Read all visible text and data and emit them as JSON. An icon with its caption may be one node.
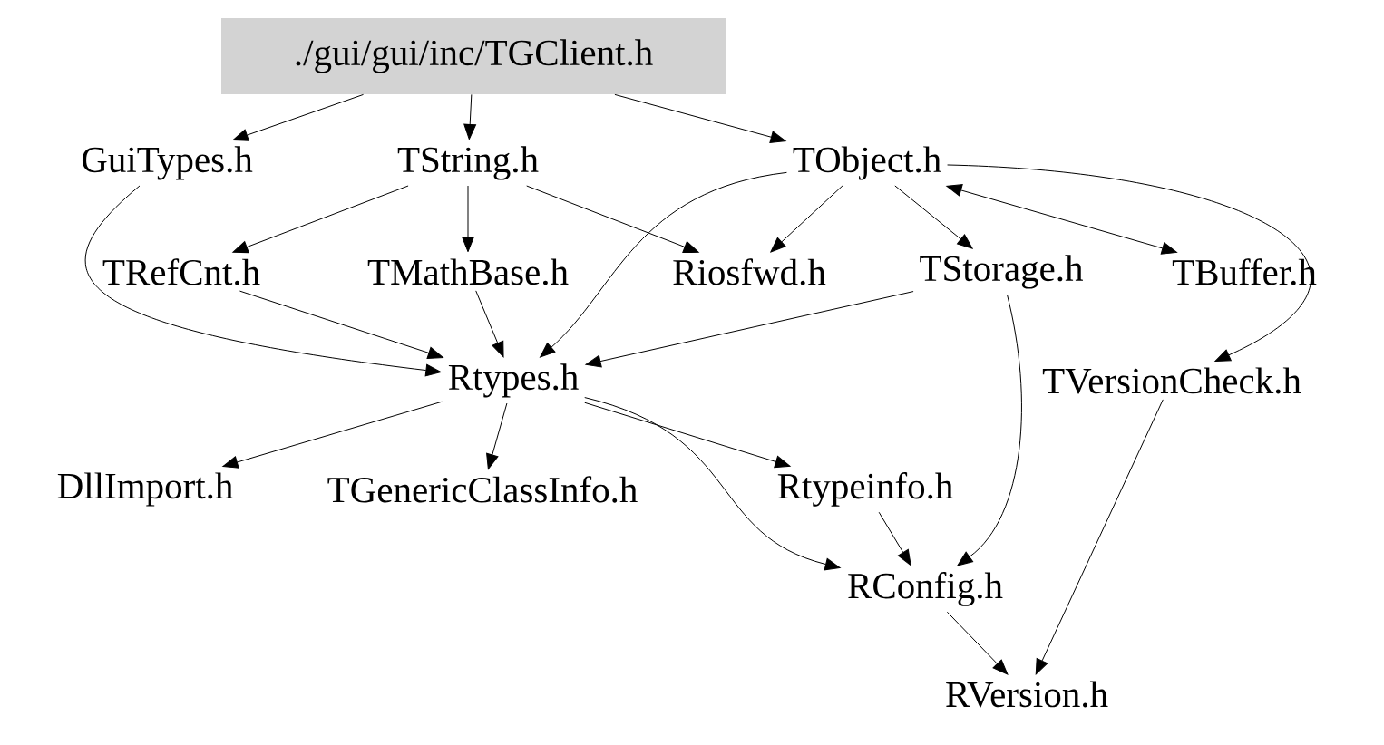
{
  "diagram": {
    "nodes": [
      {
        "text": [
          "./gui/gui/inc/TGClient.h"
        ]
      },
      {
        "text": [
          "GuiTypes.h"
        ]
      },
      {
        "text": [
          "TString.h"
        ]
      },
      {
        "text": [
          "TObject.h"
        ]
      },
      {
        "text": [
          "TRefCnt.h"
        ]
      },
      {
        "text": [
          "TMathBase.h"
        ]
      },
      {
        "text": [
          "Riosfwd.h"
        ]
      },
      {
        "text": [
          "TStorage.h"
        ]
      },
      {
        "text": [
          "TBuffer.h"
        ]
      },
      {
        "text": [
          "Rtypes.h"
        ]
      },
      {
        "text": [
          "TVersionCheck.h"
        ]
      },
      {
        "text": [
          "DllImport.h"
        ]
      },
      {
        "text": [
          "TGenericClassInfo.h"
        ]
      },
      {
        "text": [
          "Rtypeinfo.h"
        ]
      },
      {
        "text": [
          "RConfig.h"
        ]
      },
      {
        "text": [
          "RVersion.h"
        ]
      }
    ],
    "edges": [
      {
        "from": 0,
        "to": 1,
        "arrow": "to"
      },
      {
        "from": 0,
        "to": 2,
        "arrow": "to"
      },
      {
        "from": 0,
        "to": 3,
        "arrow": "to"
      },
      {
        "from": 2,
        "to": 4,
        "arrow": "to"
      },
      {
        "from": 2,
        "to": 5,
        "arrow": "to"
      },
      {
        "from": 2,
        "to": 6,
        "arrow": "to"
      },
      {
        "from": 3,
        "to": 9,
        "arrow": "to"
      },
      {
        "from": 3,
        "to": 6,
        "arrow": "to"
      },
      {
        "from": 3,
        "to": 7,
        "arrow": "to"
      },
      {
        "from": 3,
        "to": 8,
        "arrow": "both"
      },
      {
        "from": 3,
        "to": 10,
        "arrow": "to"
      },
      {
        "from": 1,
        "to": 9,
        "arrow": "to"
      },
      {
        "from": 4,
        "to": 9,
        "arrow": "to"
      },
      {
        "from": 5,
        "to": 9,
        "arrow": "to"
      },
      {
        "from": 7,
        "to": 9,
        "arrow": "to"
      },
      {
        "from": 7,
        "to": 14,
        "arrow": "to"
      },
      {
        "from": 9,
        "to": 11,
        "arrow": "to"
      },
      {
        "from": 9,
        "to": 12,
        "arrow": "to"
      },
      {
        "from": 9,
        "to": 13,
        "arrow": "to"
      },
      {
        "from": 9,
        "to": 14,
        "arrow": "to"
      },
      {
        "from": 13,
        "to": 14,
        "arrow": "to"
      },
      {
        "from": 10,
        "to": 15,
        "arrow": "to"
      },
      {
        "from": 14,
        "to": 15,
        "arrow": "to"
      }
    ]
  }
}
